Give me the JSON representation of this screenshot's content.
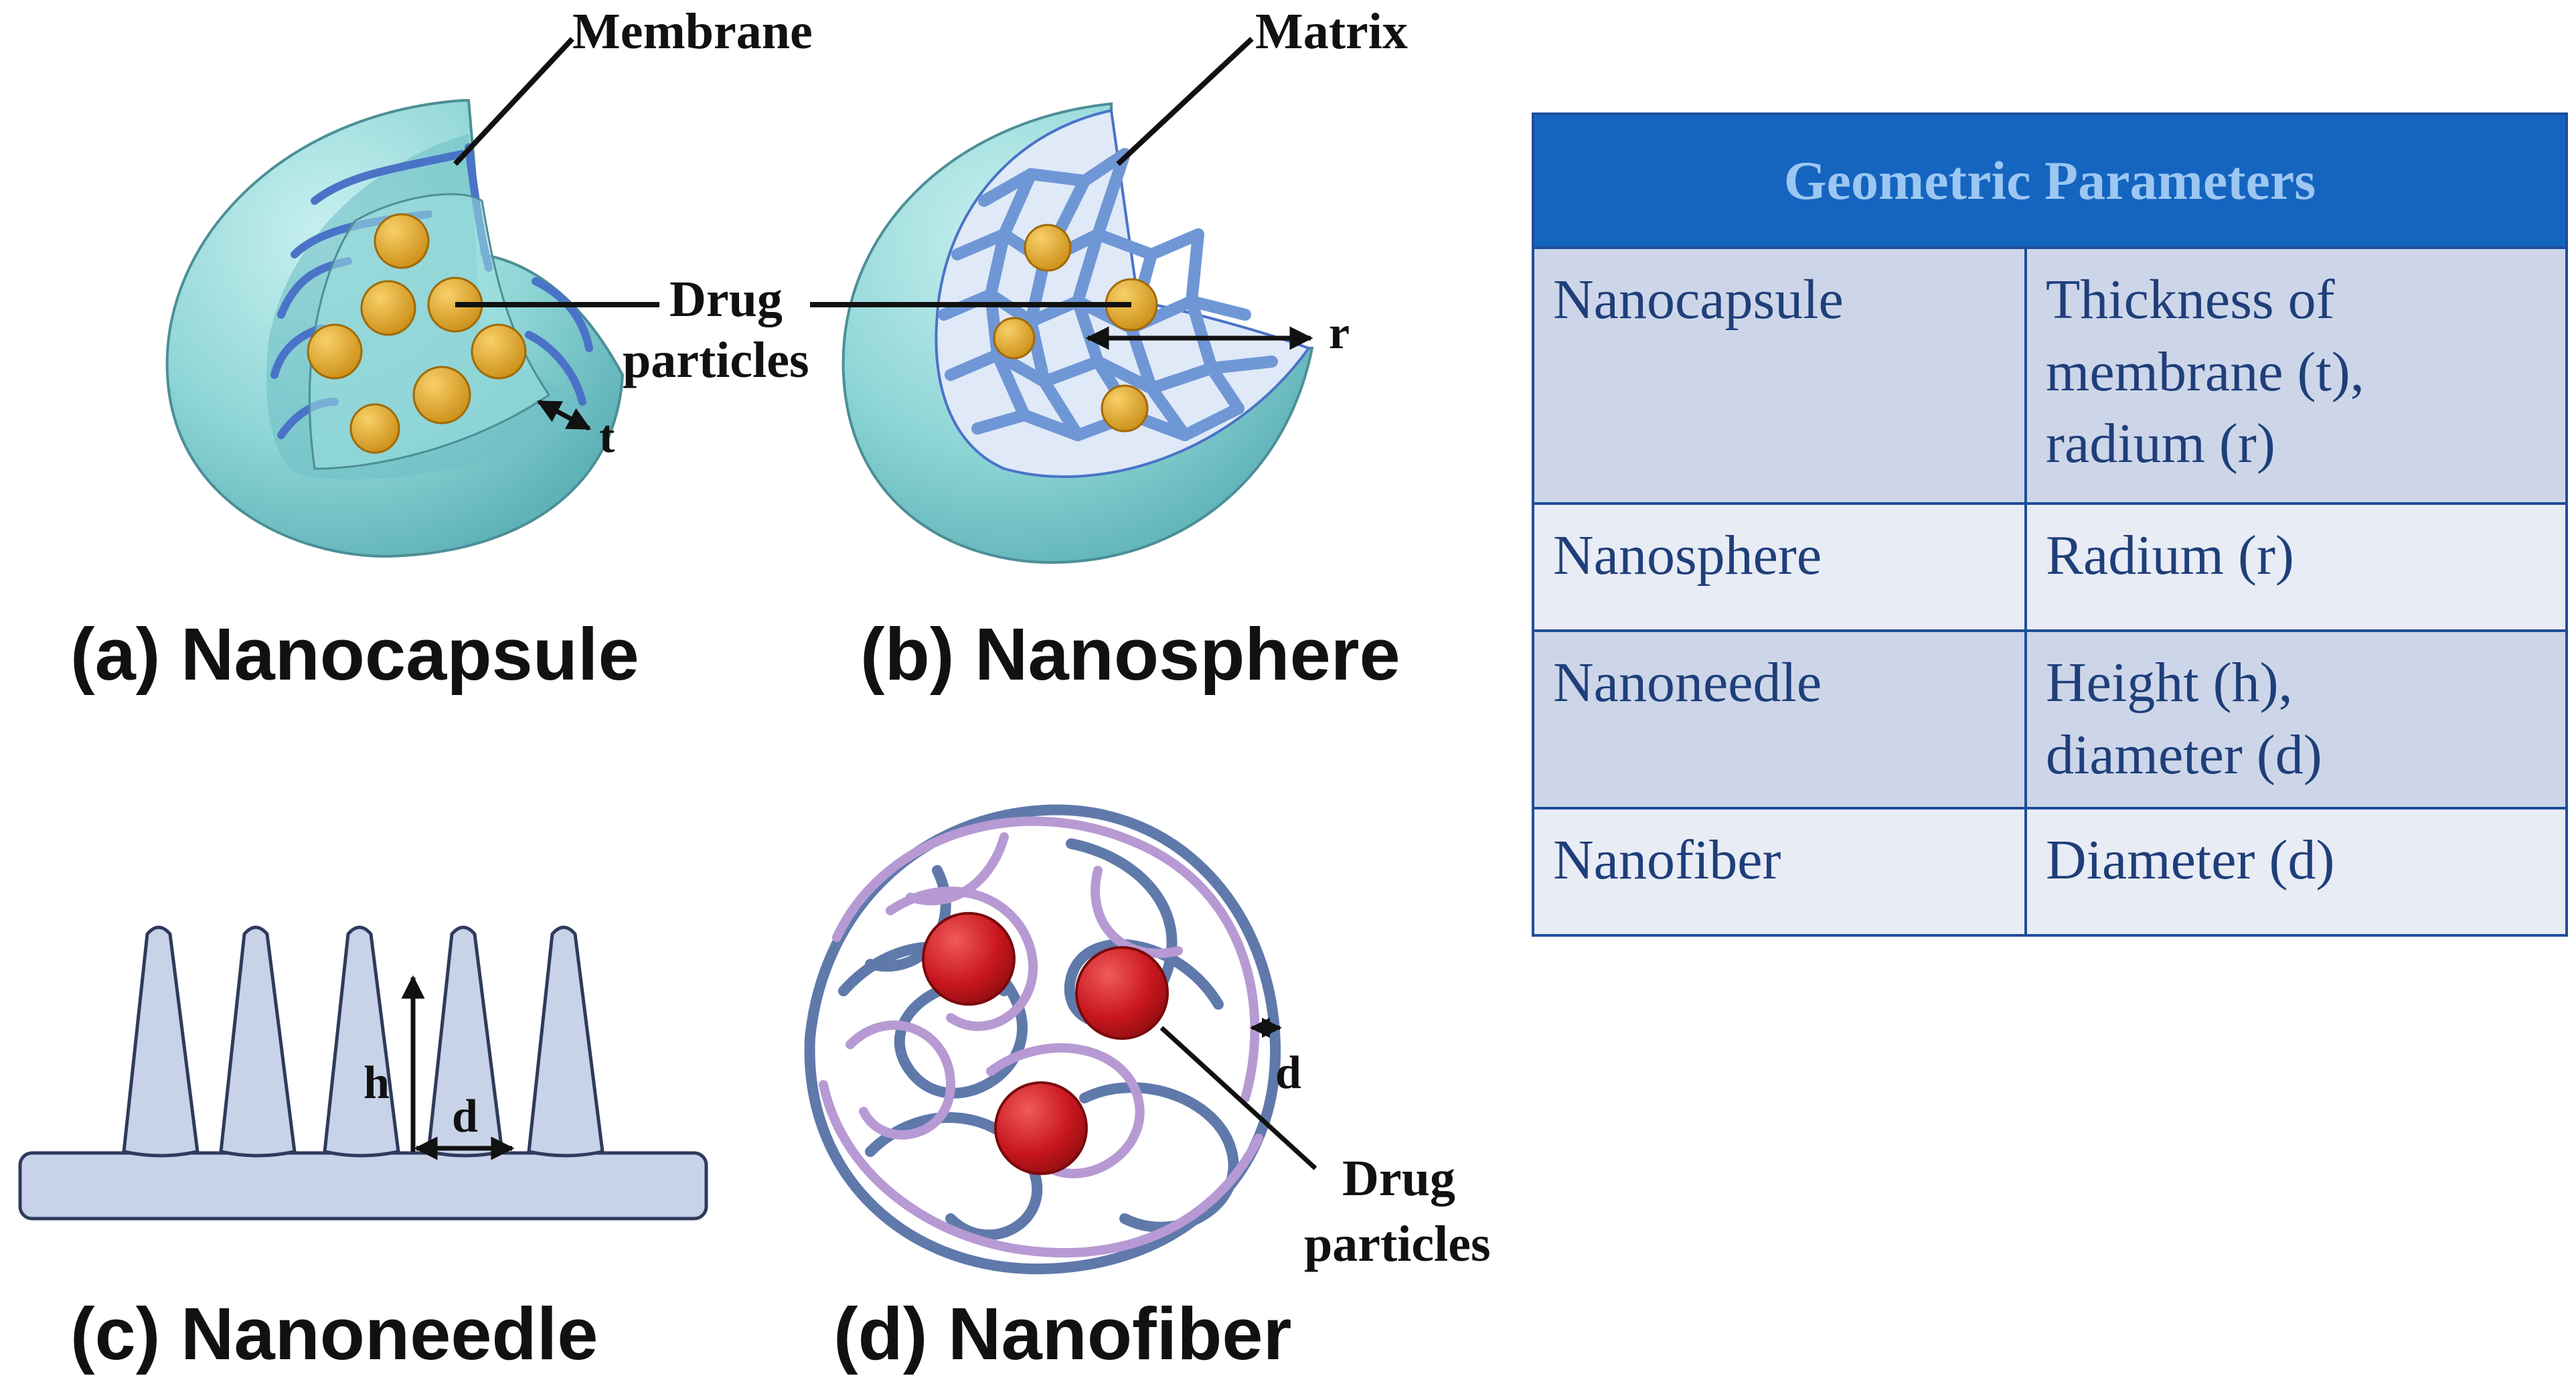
{
  "labels": {
    "membrane": "Membrane",
    "matrix": "Matrix",
    "drug_a": "Drug",
    "drug_b": "particles",
    "t": "t",
    "r": "r",
    "h": "h",
    "d_needle": "d",
    "d_fiber": "d",
    "drug2_a": "Drug",
    "drug2_b": "particles"
  },
  "panels": {
    "a": "(a) Nanocapsule",
    "b": "(b) Nanosphere",
    "c": "(c) Nanoneedle",
    "d": "(d) Nanofiber"
  },
  "table": {
    "header": "Geometric Parameters",
    "rows": [
      {
        "shape": "Nanocapsule",
        "params": [
          "Thickness of",
          "membrane (t),",
          "radium (r)"
        ]
      },
      {
        "shape": "Nanosphere",
        "params": [
          "Radium (r)"
        ]
      },
      {
        "shape": "Nanoneedle",
        "params": [
          "Height (h),",
          "diameter (d)"
        ]
      },
      {
        "shape": "Nanofiber",
        "params": [
          "Diameter (d)"
        ]
      }
    ]
  },
  "colors": {
    "shell": "#8fd6d6",
    "fiber_blue": "#6f97d6",
    "drug_gold": "#e0a424",
    "needle": "#c8d2e8",
    "fiber_purple": "#b79ad3",
    "fiber_navy": "#5f79ab",
    "drug_red": "#c8161e",
    "table_header": "#1565c0"
  }
}
